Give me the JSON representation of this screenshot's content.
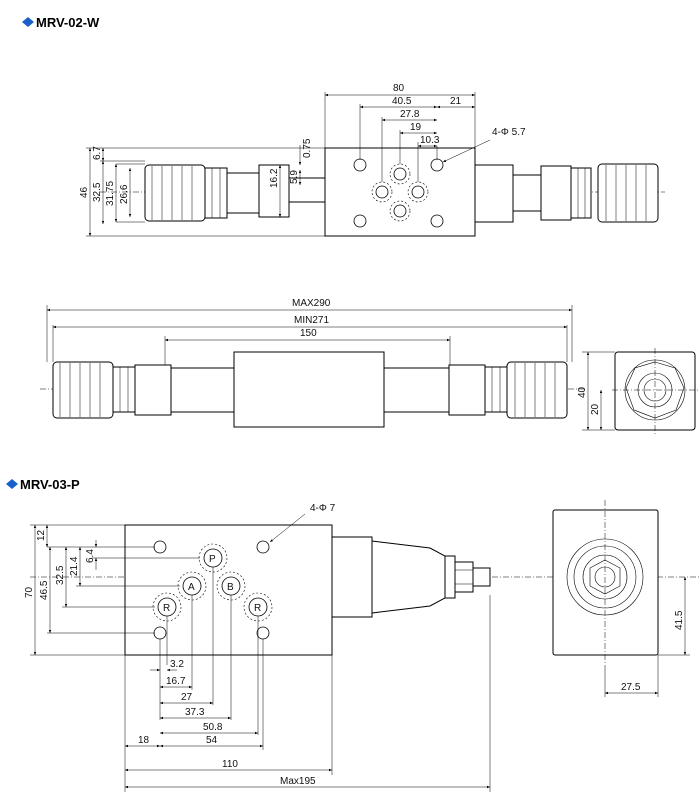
{
  "mrv02": {
    "title": "MRV-02-W",
    "side_dims": {
      "d80": "80",
      "d40_5": "40.5",
      "d21": "21",
      "d27_8": "27.8",
      "d19": "19",
      "d10_3": "10.3",
      "holes": "4-Φ 5.7",
      "d0_75": "0.75",
      "d6_7": "6.7",
      "d16_2": "16.2",
      "d5_9": "5.9",
      "d46": "46",
      "d32_5": "32.5",
      "d31_75": "31.75",
      "d26_6": "26.6"
    },
    "top_dims": {
      "max": "MAX290",
      "min": "MIN271",
      "d150": "150"
    },
    "end_dims": {
      "d40": "40",
      "d20": "20"
    }
  },
  "mrv03": {
    "title": "MRV-03-P",
    "holes": "4-Φ 7",
    "ports": {
      "p": "P",
      "a": "A",
      "b": "B",
      "r": "R"
    },
    "vert_dims": {
      "d12": "12",
      "d6_4": "6.4",
      "d21_4": "21.4",
      "d32_5": "32.5",
      "d46_5": "46.5",
      "d70": "70"
    },
    "horiz_dims": {
      "d3_2": "3.2",
      "d16_7": "16.7",
      "d27": "27",
      "d37_3": "37.3",
      "d50_8": "50.8",
      "d18": "18",
      "d54": "54",
      "d110": "110",
      "max195": "Max195"
    },
    "end_dims": {
      "d41_5": "41.5",
      "d27_5": "27.5"
    }
  }
}
